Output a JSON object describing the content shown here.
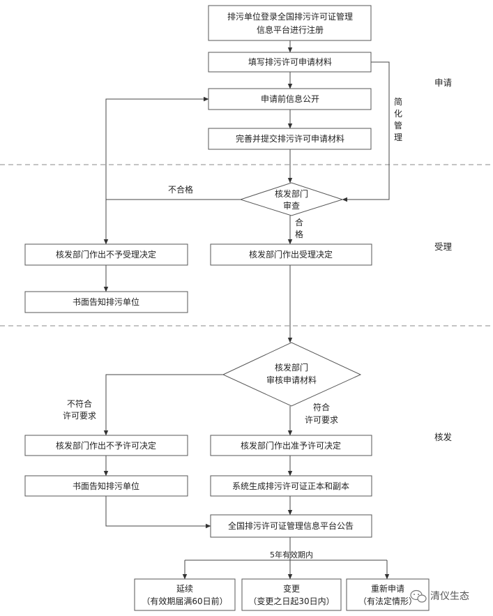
{
  "stages": {
    "apply": "申请",
    "accept": "受理",
    "issue": "核发"
  },
  "nodes": {
    "register_line1": "排污单位登录全国排污许可证管理",
    "register_line2": "信息平台进行注册",
    "fill": "填写排污许可申请材料",
    "disclose": "申请前信息公开",
    "submit": "完善并提交排污许可申请材料",
    "review1_line1": "核发部门",
    "review1_line2": "审查",
    "reject_accept": "核发部门作出不予受理决定",
    "notify1": "书面告知排污单位",
    "accept": "核发部门作出受理决定",
    "review2_line1": "核发部门",
    "review2_line2": "审核申请材料",
    "reject_permit": "核发部门作出不予许可决定",
    "notify2": "书面告知排污单位",
    "grant": "核发部门作出准予许可决定",
    "generate": "系统生成排污许可证正本和副本",
    "announce": "全国排污许可证管理信息平台公告",
    "renew_line1": "延续",
    "renew_line2": "（有效期届满60日前）",
    "change_line1": "变更",
    "change_line2": "（变更之日起30日内）",
    "reapply_line1": "重新申请",
    "reapply_line2": "（有法定情形）"
  },
  "labels": {
    "simplified_c1": "简",
    "simplified_c2": "化",
    "simplified_c3": "管",
    "simplified_c4": "理",
    "unqualified": "不合格",
    "qualified_c1": "合",
    "qualified_c2": "格",
    "noncompliant_line1": "不符合",
    "noncompliant_line2": "许可要求",
    "compliant_line1": "符合",
    "compliant_line2": "许可要求",
    "validity": "5年有效期内"
  },
  "watermark": {
    "icon": "wechat-bubble-icon",
    "text": "清仪生态"
  }
}
